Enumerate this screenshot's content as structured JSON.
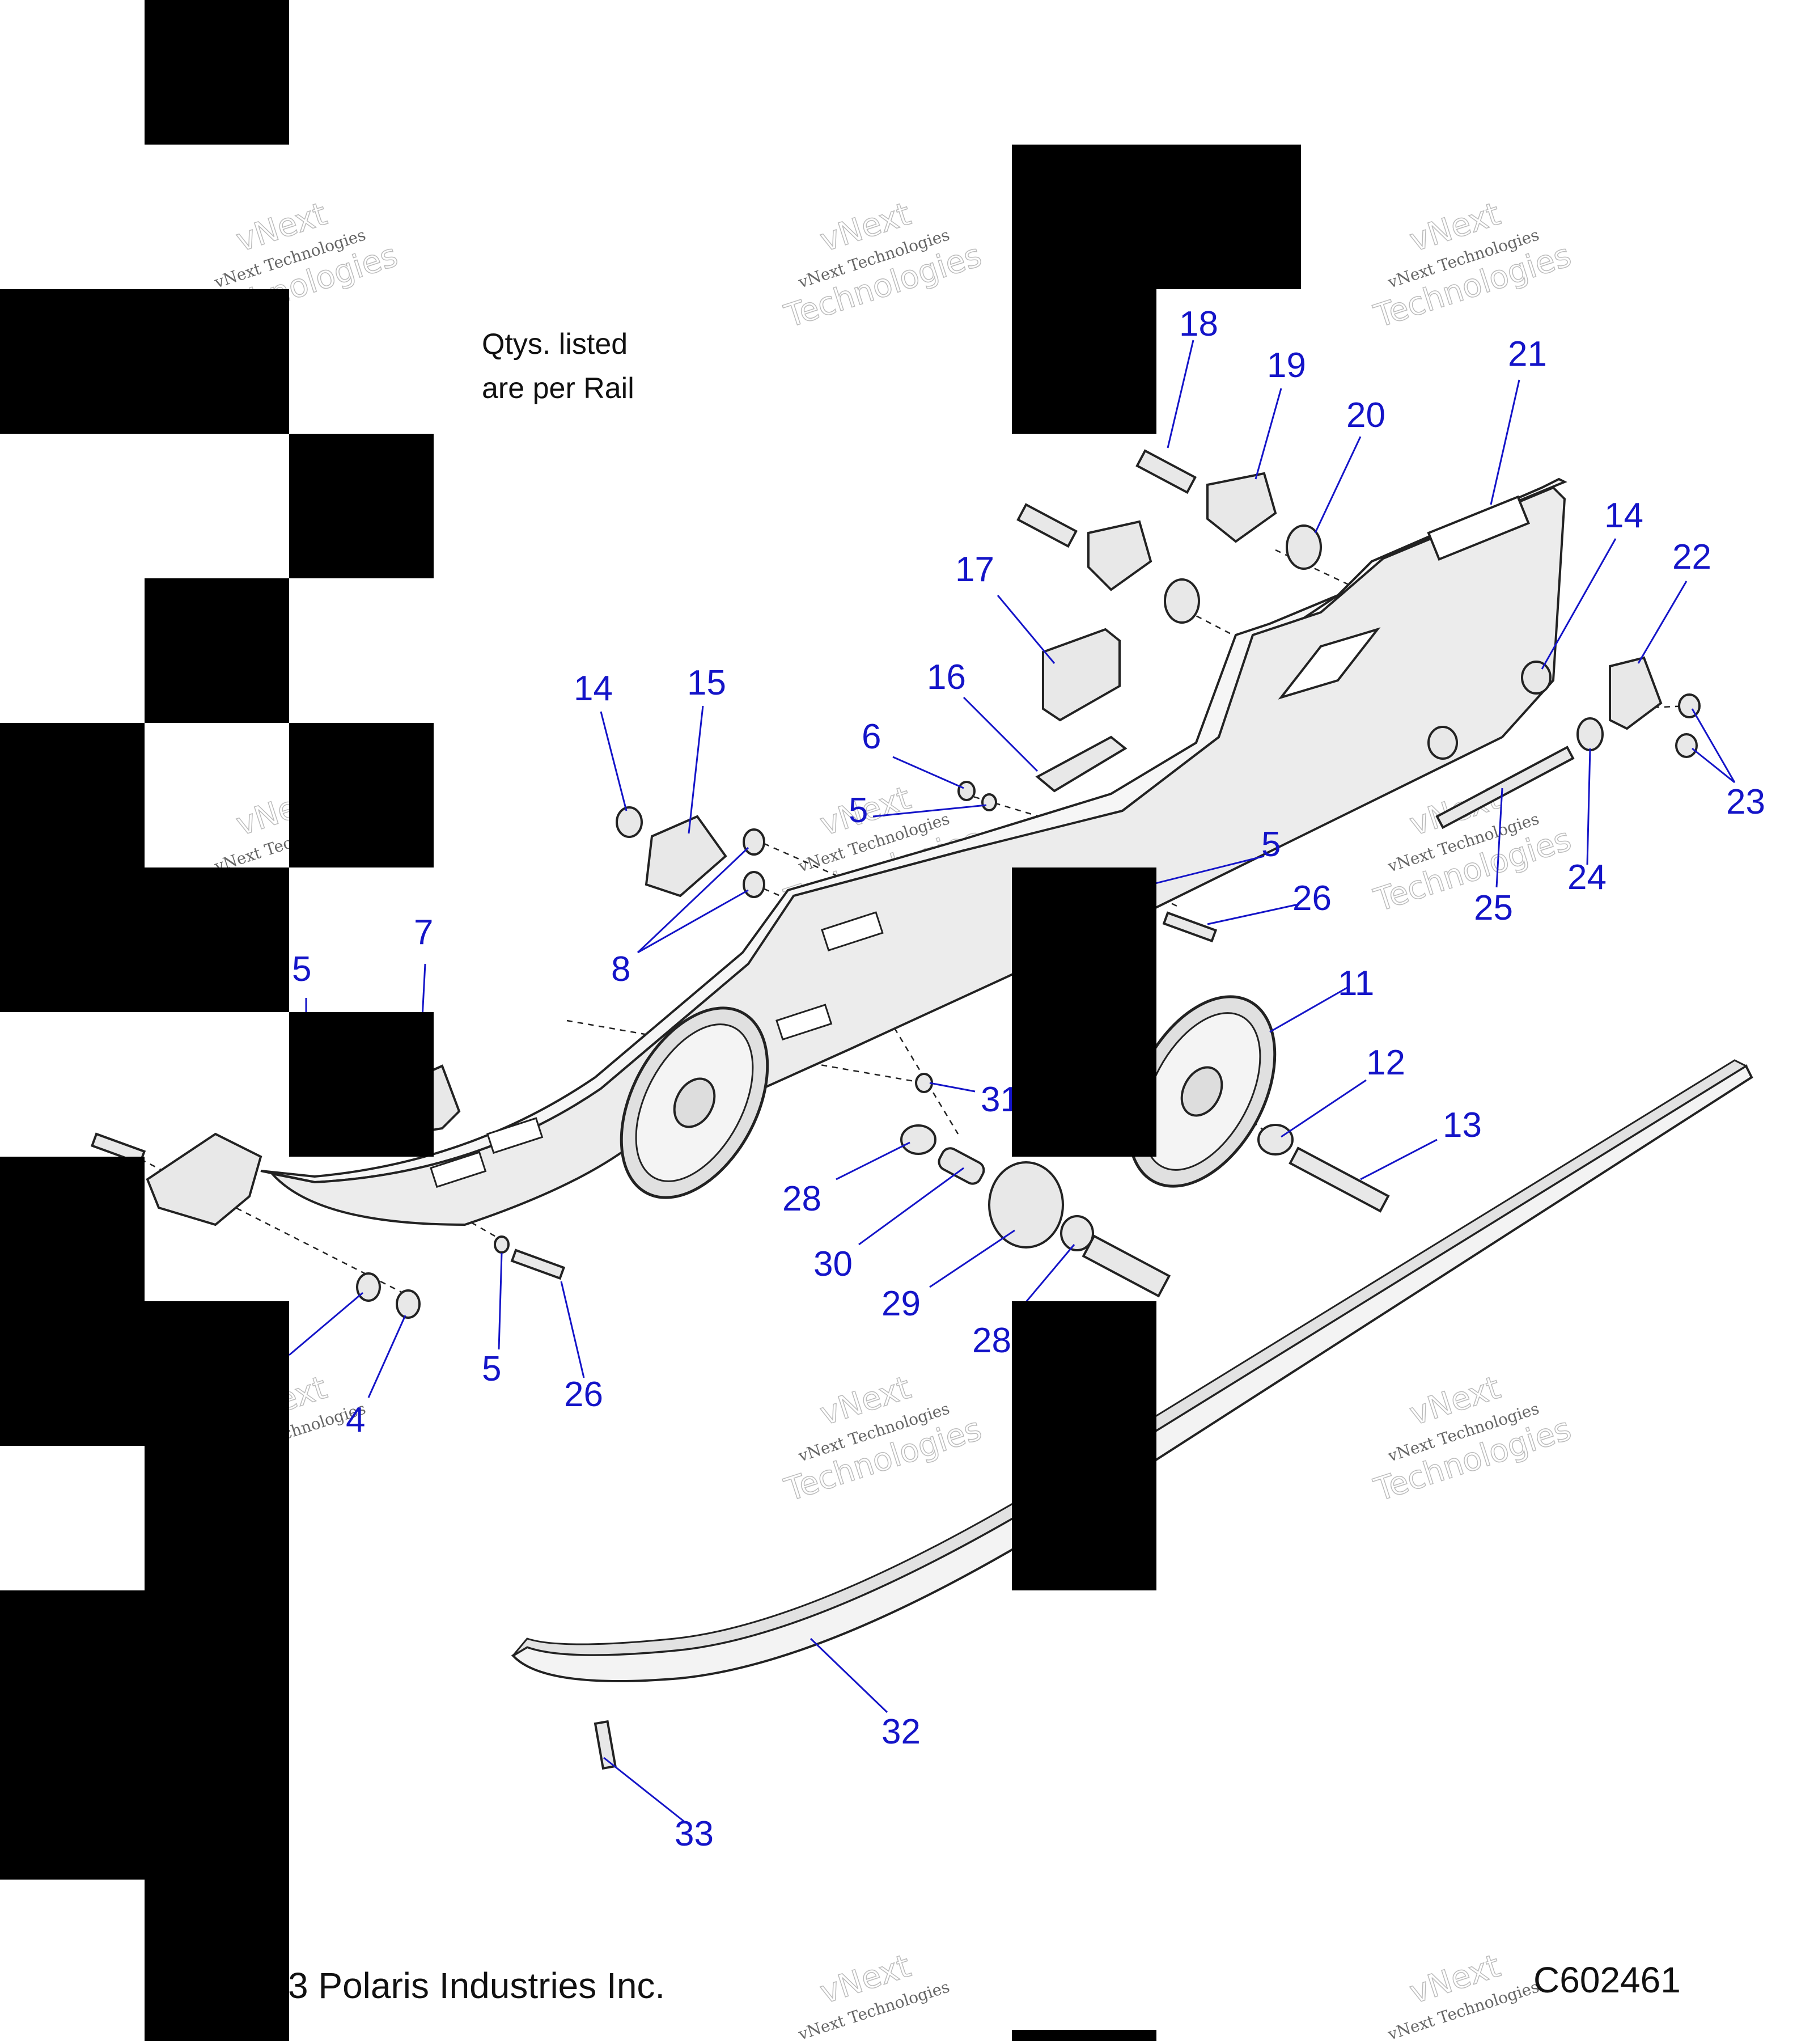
{
  "note": {
    "line1": "Qtys. listed",
    "line2": "are per Rail"
  },
  "footer": {
    "copyright": "3 Polaris Industries Inc.",
    "figure_id": "C602461"
  },
  "watermark": {
    "line1": "vNext Technologies",
    "line2": "Technologies",
    "line3": "vNext"
  },
  "colors": {
    "callout": "#1414c8",
    "line": "#1414c8",
    "part_stroke": "#222222",
    "part_fill": "#e8e8e8",
    "part_fill_light": "#f6f6f6",
    "redaction": "#000000",
    "watermark": "#bbbbbb"
  },
  "callouts": [
    "18",
    "19",
    "20",
    "21",
    "14",
    "22",
    "17",
    "16",
    "14",
    "15",
    "6",
    "5",
    "5",
    "26",
    "23",
    "24",
    "25",
    "8",
    "7",
    "5",
    "11",
    "31",
    "12",
    "13",
    "28",
    "30",
    "29",
    "28",
    "5",
    "26",
    "4",
    "32",
    "33"
  ]
}
